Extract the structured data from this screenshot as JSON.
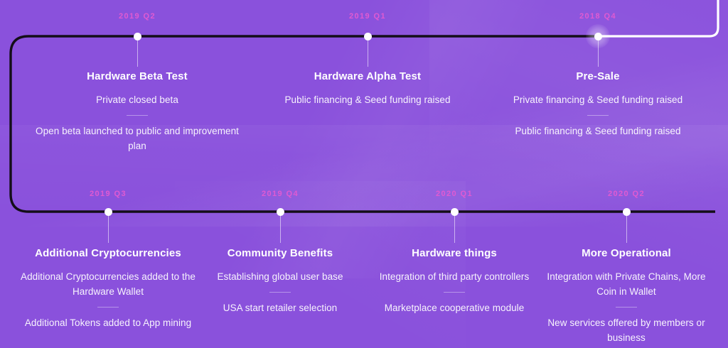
{
  "theme": {
    "background": "#8a51dc",
    "quarter_label_color": "#e05ad2",
    "track_past_color": "#120d16",
    "track_future_color": "#ffffff",
    "node_color": "#ffffff",
    "title_color": "#ffffff",
    "text_color": "#ffffff"
  },
  "timeline": {
    "name": "product-roadmap-timeline",
    "top_row": [
      {
        "quarter": "2019 Q2",
        "title": "Hardware Beta Test",
        "items": [
          "Private closed beta",
          "Open beta launched to public and improvement plan"
        ],
        "active": false
      },
      {
        "quarter": "2019 Q1",
        "title": "Hardware Alpha Test",
        "items": [
          "Public financing & Seed funding raised"
        ],
        "active": false
      },
      {
        "quarter": "2018 Q4",
        "title": "Pre-Sale",
        "items": [
          "Private financing & Seed funding raised",
          "Public financing & Seed funding raised"
        ],
        "active": true
      }
    ],
    "bottom_row": [
      {
        "quarter": "2019 Q3",
        "title": "Additional Cryptocurrencies",
        "items": [
          "Additional Cryptocurrencies added to the Hardware Wallet",
          "Additional Tokens added to App mining"
        ],
        "active": false
      },
      {
        "quarter": "2019 Q4",
        "title": "Community Benefits",
        "items": [
          "Establishing global user base",
          "USA start retailer selection"
        ],
        "active": false
      },
      {
        "quarter": "2020 Q1",
        "title": "Hardware things",
        "items": [
          "Integration of third party controllers",
          "Marketplace cooperative module"
        ],
        "active": false
      },
      {
        "quarter": "2020 Q2",
        "title": "More Operational",
        "items": [
          "Integration with Private Chains, More Coin in Wallet",
          "New services offered by members or business"
        ],
        "active": false
      }
    ]
  }
}
